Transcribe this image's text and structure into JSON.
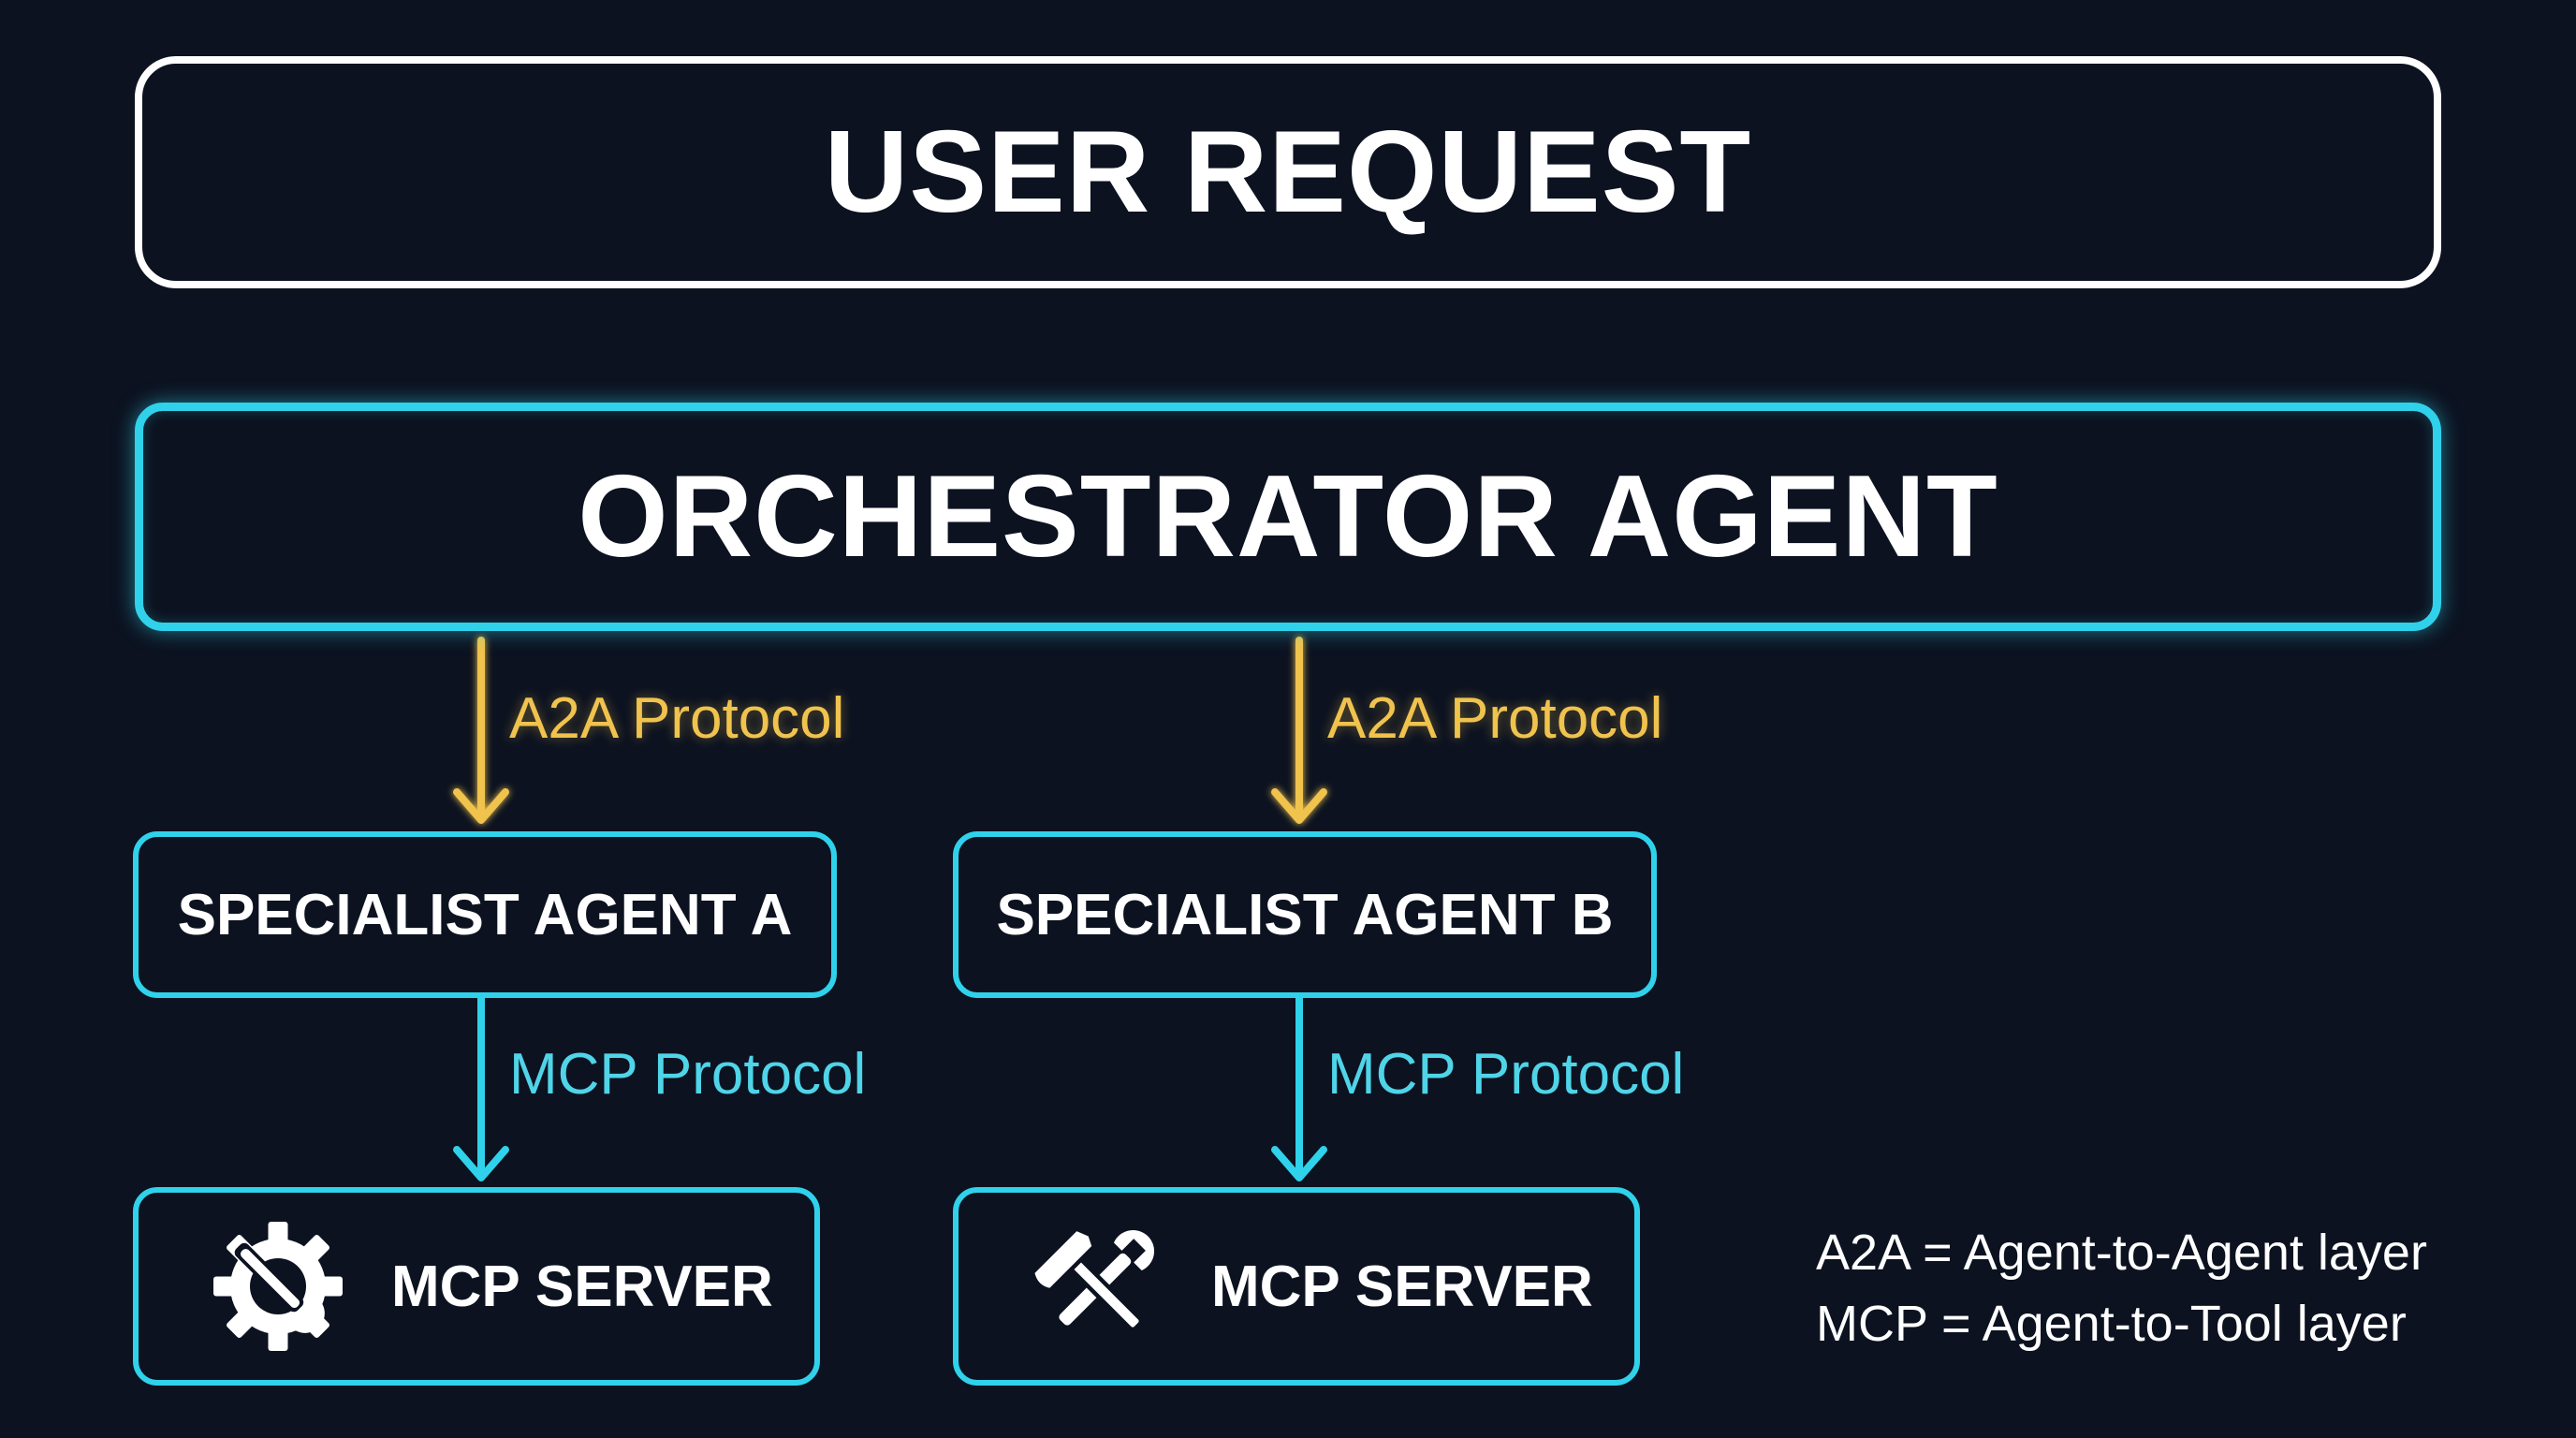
{
  "nodes": {
    "user_request": "USER REQUEST",
    "orchestrator": "ORCHESTRATOR AGENT",
    "specialist_a": "SPECIALIST AGENT A",
    "specialist_b": "SPECIALIST AGENT B",
    "mcp_server_a": {
      "label": "MCP SERVER",
      "icon": "gear-wrench-icon"
    },
    "mcp_server_b": {
      "label": "MCP SERVER",
      "icon": "hammer-wrench-icon"
    }
  },
  "edges": {
    "a2a_a": "A2A Protocol",
    "a2a_b": "A2A Protocol",
    "mcp_a": "MCP Protocol",
    "mcp_b": "MCP Protocol"
  },
  "legend": {
    "a2a": "A2A = Agent-to-Agent layer",
    "mcp": "MCP = Agent-to-Tool layer"
  },
  "colors": {
    "background": "#0c1220",
    "cyan": "#2fd2ea",
    "gold": "#f0c34e",
    "white": "#ffffff"
  }
}
